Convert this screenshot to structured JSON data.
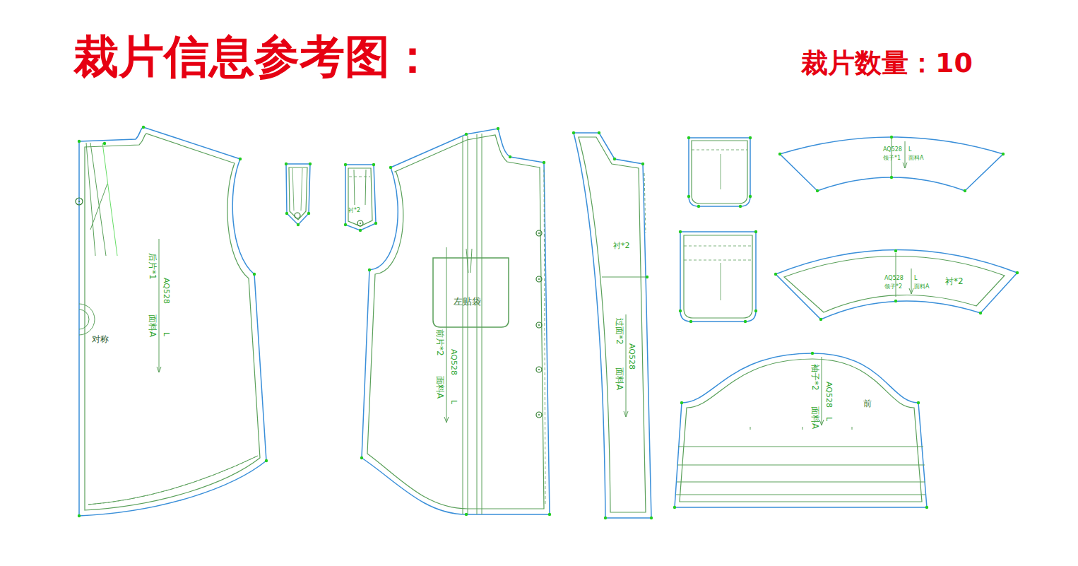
{
  "diagram": {
    "title": "裁片信息参考图：",
    "nodes": [
      {
        "text": [
          "后片*1",
          "AQ528",
          "面料A",
          "L",
          "对称"
        ]
      },
      {
        "text": [
          "衬*2"
        ]
      },
      {
        "text": [
          "前片*2",
          "AQ528",
          "面料A",
          "L"
        ]
      },
      {
        "text": [
          "左贴袋"
        ],
        "in": 2
      },
      {
        "text": [
          "衬*2",
          "过面*2",
          "AQ528",
          "面料A"
        ]
      },
      {
        "text": [
          "AQ528",
          "L",
          "领子*1",
          "面料A"
        ]
      },
      {
        "text": [
          "AQ528",
          "L",
          "领子*2",
          "面料A",
          "衬*2"
        ]
      },
      {
        "text": [
          "袖子*2",
          "AQ528",
          "L",
          "面料A",
          "前"
        ]
      }
    ],
    "labels": [
      "裁片数量：10"
    ]
  }
}
